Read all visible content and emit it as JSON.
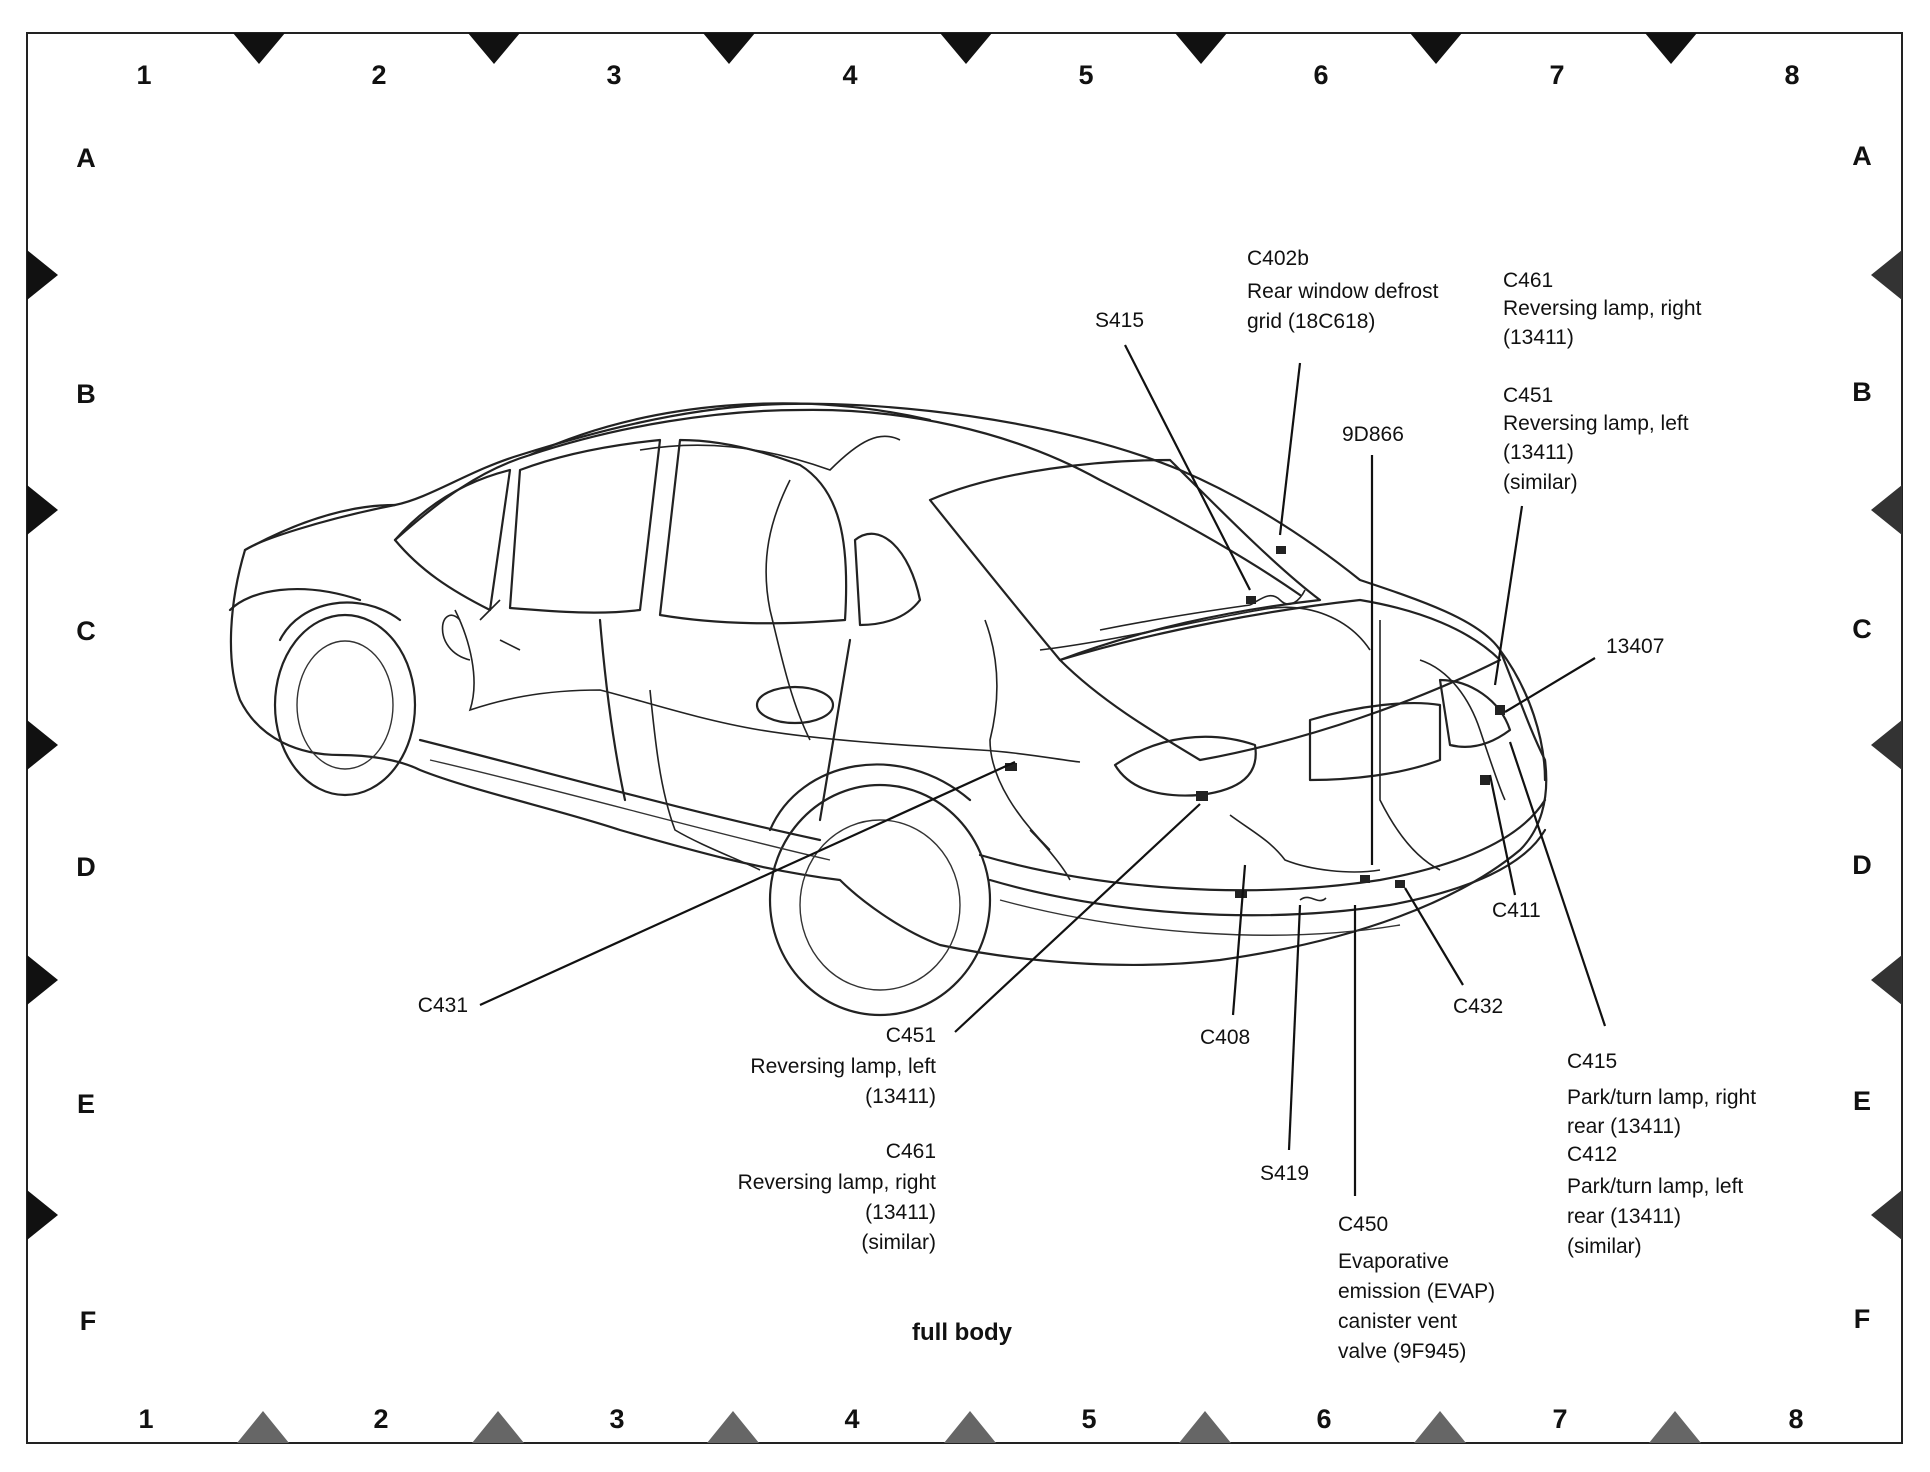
{
  "grid": {
    "columns": [
      "1",
      "2",
      "3",
      "4",
      "5",
      "6",
      "7",
      "8"
    ],
    "rows": [
      "A",
      "B",
      "C",
      "D",
      "E",
      "F"
    ]
  },
  "caption": "full body",
  "labels": {
    "c402b": {
      "code": "C402b",
      "lines": [
        "Rear window defrost",
        "grid (18C618)"
      ]
    },
    "s415": {
      "code": "S415",
      "lines": []
    },
    "c461_top": {
      "code": "C461",
      "lines": [
        "Reversing lamp, right",
        "(13411)"
      ]
    },
    "c451_top": {
      "code": "C451",
      "lines": [
        "Reversing lamp, left",
        "(13411)",
        "(similar)"
      ]
    },
    "c9d866": {
      "code": "9D866",
      "lines": []
    },
    "c13407": {
      "code": "13407",
      "lines": []
    },
    "c411": {
      "code": "C411",
      "lines": []
    },
    "c431": {
      "code": "C431",
      "lines": []
    },
    "c451_bottom": {
      "code": "C451",
      "lines": [
        "Reversing lamp, left",
        "(13411)"
      ]
    },
    "c461_bottom": {
      "code": "C461",
      "lines": [
        "Reversing lamp, right",
        "(13411)",
        "(similar)"
      ]
    },
    "c408": {
      "code": "C408",
      "lines": []
    },
    "c432": {
      "code": "C432",
      "lines": []
    },
    "s419": {
      "code": "S419",
      "lines": []
    },
    "c450": {
      "code": "C450",
      "lines": [
        "Evaporative",
        "emission (EVAP)",
        "canister vent",
        "valve (9F945)"
      ]
    },
    "c415": {
      "code": "C415",
      "lines": [
        "Park/turn lamp, right",
        "rear (13411)"
      ]
    },
    "c412": {
      "code": "C412",
      "lines": [
        "Park/turn lamp, left",
        "rear (13411)",
        "(similar)"
      ]
    }
  }
}
